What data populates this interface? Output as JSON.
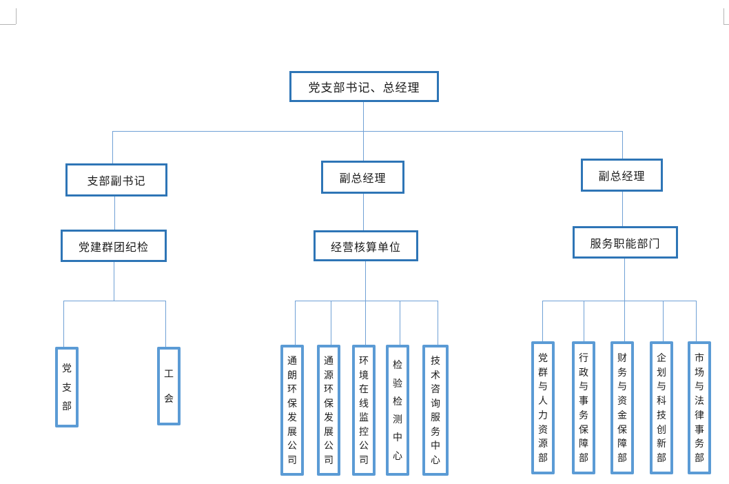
{
  "document": {
    "type": "organization-chart",
    "colors": {
      "box_border_dark": "#2E75B6",
      "box_border_light": "#5B9BD5",
      "connector": "#6FA0D5",
      "crop_mark": "#b5b5b5",
      "text": "#1a1a1a",
      "background": "#ffffff"
    }
  },
  "org_chart": {
    "root": {
      "label": "党支部书记、总经理"
    },
    "level2": [
      {
        "label": "支部副书记"
      },
      {
        "label": "副总经理"
      },
      {
        "label": "副总经理"
      }
    ],
    "level3": [
      {
        "label": "党建群团纪检"
      },
      {
        "label": "经营核算单位"
      },
      {
        "label": "服务职能部门"
      }
    ],
    "groups": {
      "party": [
        "党支部",
        "工会"
      ],
      "business": [
        "通朗环保发展公司",
        "通源环保发展公司",
        "环境在线监控公司",
        "检验检测中心",
        "技术咨询服务中心"
      ],
      "service": [
        "党群与人力资源部",
        "行政与事务保障部",
        "财务与资金保障部",
        "企划与科技创新部",
        "市场与法律事务部"
      ]
    }
  }
}
